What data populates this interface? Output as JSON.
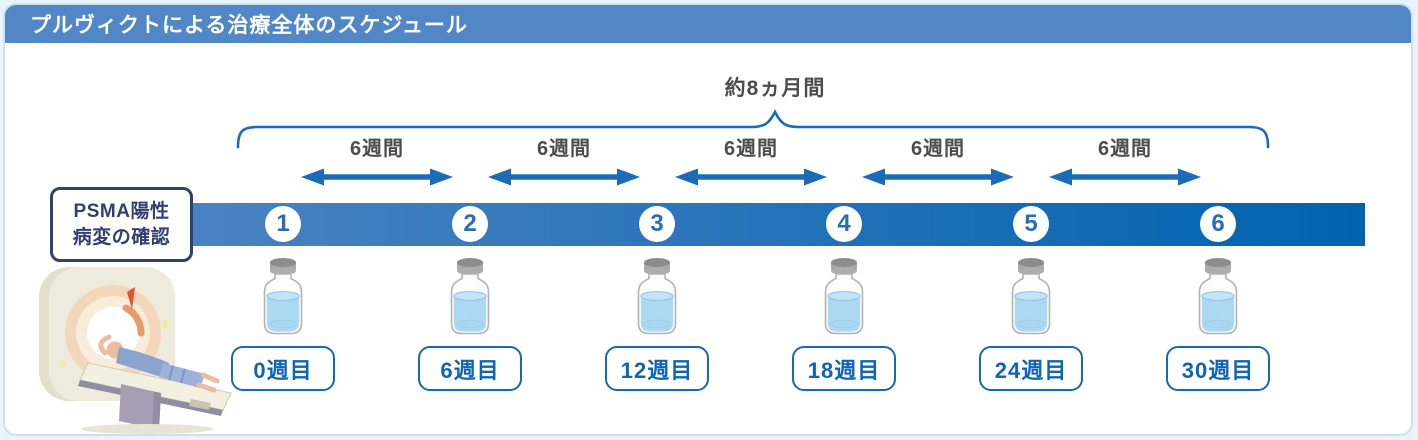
{
  "header": {
    "title": "プルヴィクトによる治療全体のスケジュール"
  },
  "overall_duration": {
    "label": "約8ヵ月間"
  },
  "intervals": [
    {
      "label": "6週間"
    },
    {
      "label": "6週間"
    },
    {
      "label": "6週間"
    },
    {
      "label": "6週間"
    },
    {
      "label": "6週間"
    }
  ],
  "psma_check": {
    "line1": "PSMA陽性",
    "line2": "病変の確認"
  },
  "doses": [
    {
      "number": "1",
      "week": "0週目"
    },
    {
      "number": "2",
      "week": "6週目"
    },
    {
      "number": "3",
      "week": "12週目"
    },
    {
      "number": "4",
      "week": "18週目"
    },
    {
      "number": "5",
      "week": "24週目"
    },
    {
      "number": "6",
      "week": "30週目"
    }
  ],
  "icons": {
    "brace": "curly-brace-up",
    "arrow": "double-headed-arrow",
    "vial": "medicine-vial",
    "scanner": "ct-scanner-with-patient"
  },
  "colors": {
    "header_bg": "#5287C7",
    "accent_blue": "#1B6BB8",
    "bar_gradient_start": "#4E84C3",
    "bar_gradient_end": "#0063AF",
    "navy": "#333F6E",
    "text_gray": "#4D4D4D",
    "week_text_blue": "#0F64B4",
    "liquid_blue": "#ABD9F2",
    "page_bg": "#E9F3FB"
  }
}
